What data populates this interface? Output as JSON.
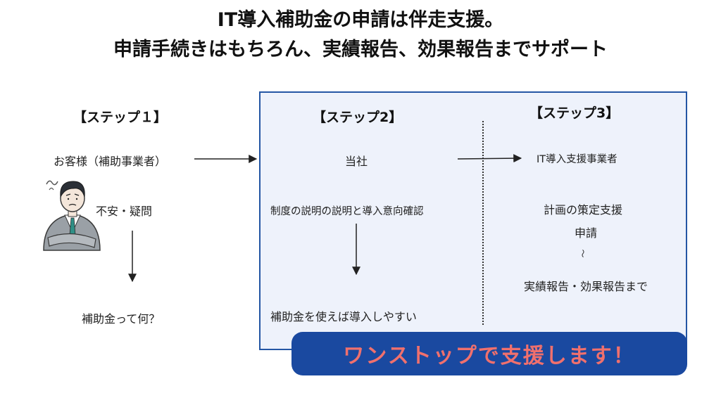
{
  "header": {
    "line1": "IT導入補助金の申請は伴走支援。",
    "line2": "申請手続きはもちろん、実績報告、効果報告までサポート"
  },
  "step1": {
    "label": "【ステップ１】",
    "customer": "お客様（補助事業者）",
    "concern": "不安・疑問",
    "question": "補助金って何？"
  },
  "step2": {
    "label": "【ステップ2】",
    "company": "当社",
    "explain": "制度の説明の説明と導入意向確認",
    "easy": "補助金を使えば導入しやすい"
  },
  "step3": {
    "label": "【ステップ3】",
    "vendor": "IT導入支援事業者",
    "plan": "計画の策定支援",
    "apply": "申請",
    "tilde": "〜",
    "report": "実績報告・効果報告まで"
  },
  "banner": {
    "text": "ワンストップで支援します！"
  },
  "colors": {
    "accent": "#1a49a0",
    "banner_text": "#f0706d",
    "panel_bg": "#eef2fb"
  },
  "icons": {
    "person": "worried-businessman-icon"
  }
}
